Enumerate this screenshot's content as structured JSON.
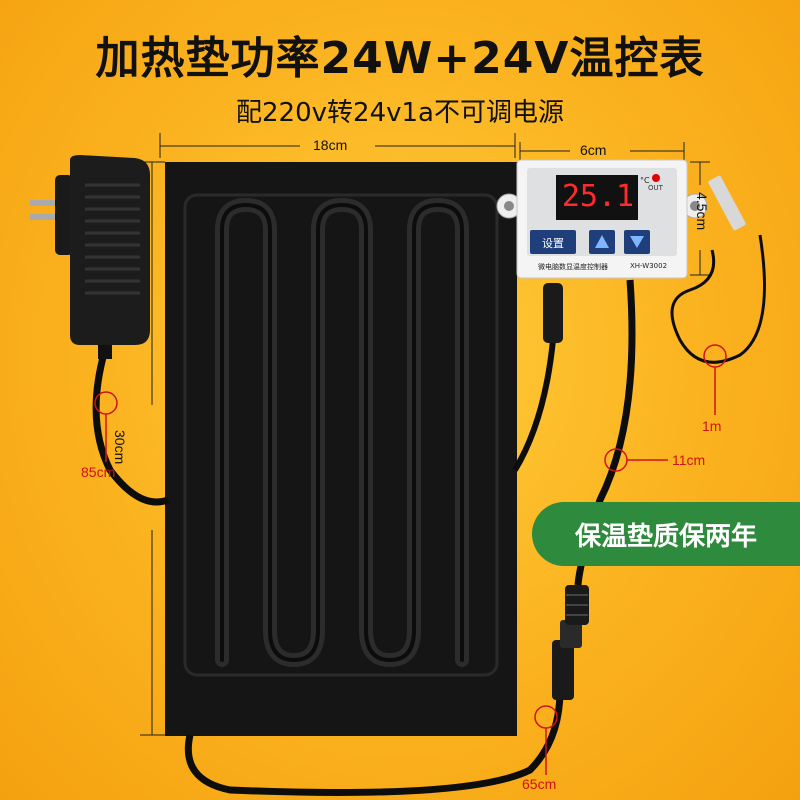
{
  "title": "加热垫功率24W+24V温控表",
  "subtitle": "配220v转24v1a不可调电源",
  "dimensions": {
    "width": "18cm",
    "controller_width": "6cm",
    "height": "30cm",
    "controller_height": "4.5cm"
  },
  "cable_lengths": {
    "adapter": "85cm",
    "controller_lead": "11cm",
    "probe": "1m",
    "pad_lead": "65cm"
  },
  "controller": {
    "display": "25.1",
    "unit": "°C",
    "out_label": "OUT",
    "set_button": "设置",
    "up_icon": "up-arrow-icon",
    "down_icon": "down-arrow-icon",
    "name": "微电脑数显温度控制器",
    "model": "XH-W3002"
  },
  "badge": "保温垫质保两年",
  "colors": {
    "background": "#fbb21f",
    "badge": "#2e8a3c",
    "marker": "#d0121b",
    "display": "#ff2a2a"
  }
}
